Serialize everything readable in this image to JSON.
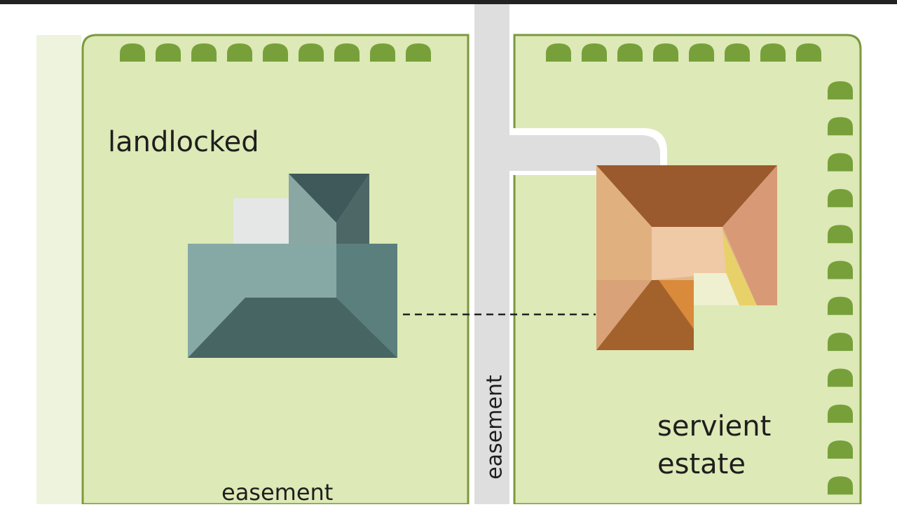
{
  "labels": {
    "landlocked": "landlocked",
    "servient_line1": "servient",
    "servient_line2": "estate",
    "easement_bottom": "easement",
    "easement_road": "easement"
  },
  "colors": {
    "top_bar": "#222222",
    "parcel_fill": "#dde9b6",
    "parcel_border": "#7a9a3c",
    "hedge": "#77a03a",
    "road": "#dedede",
    "road_edge": "#ffffff",
    "house_left_dark": "#3f585a",
    "house_left_mid": "#7fa3a0",
    "house_left_light": "#e5e7e6",
    "house_right_roof": "#9a5a2d",
    "house_right_light": "#e2b88a",
    "house_right_accent": "#e9d16a",
    "easement_line": "#222222",
    "text": "#1e1e1e"
  },
  "icons": [
    "hedge-icon"
  ]
}
